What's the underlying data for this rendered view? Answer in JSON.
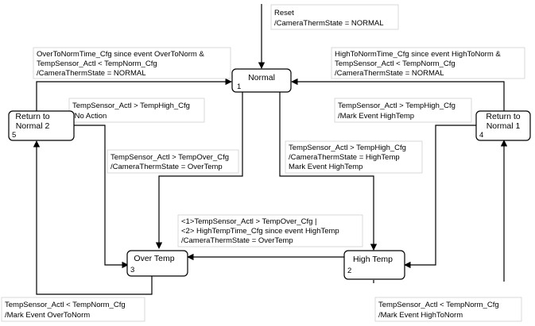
{
  "states": {
    "normal": {
      "name": "Normal",
      "number": "1"
    },
    "high_temp": {
      "name": "High Temp",
      "number": "2"
    },
    "over_temp": {
      "name": "Over Temp",
      "number": "3"
    },
    "return_normal_1": {
      "name_line1": "Return to",
      "name_line2": "Normal 1",
      "number": "4"
    },
    "return_normal_2": {
      "name_line1": "Return to",
      "name_line2": "Normal 2",
      "number": "5"
    }
  },
  "transitions": {
    "reset": [
      "Reset",
      "/CameraThermState = NORMAL"
    ],
    "rn2_to_normal": [
      "OverToNormTime_Cfg since event OverToNorm &",
      "TempSensor_Actl < TempNorm_Cfg",
      "/CameraThermState = NORMAL"
    ],
    "rn1_to_normal": [
      "HighToNormTime_Cfg  since event HighToNorm &",
      "TempSensor_Actl < TempNorm_Cfg",
      "/CameraThermState = NORMAL"
    ],
    "rn2_no_action": [
      "TempSensor_Actl > TempHigh_Cfg",
      "/No Action"
    ],
    "rn1_high": [
      "TempSensor_Actl > TempHigh_Cfg",
      "/Mark Event HighTemp"
    ],
    "normal_to_over": [
      "TempSensor_Actl > TempOver_Cfg",
      "/CameraThermState = OverTemp"
    ],
    "normal_to_high": [
      "TempSensor_Actl > TempHigh_Cfg",
      "/CameraThermState = HighTemp",
      "Mark Event HighTemp"
    ],
    "high_to_over": [
      "<1>TempSensor_Actl > TempOver_Cfg |",
      "<2> HighTempTime_Cfg since event HighTemp",
      "/CameraThermState = OverTemp"
    ],
    "over_to_rn2": [
      "TempSensor_Actl < TempNorm_Cfg",
      "/Mark Event OverToNorm"
    ],
    "high_to_rn1": [
      "TempSensor_Actl < TempNorm_Cfg",
      "/Mark Event HighToNorm"
    ]
  }
}
